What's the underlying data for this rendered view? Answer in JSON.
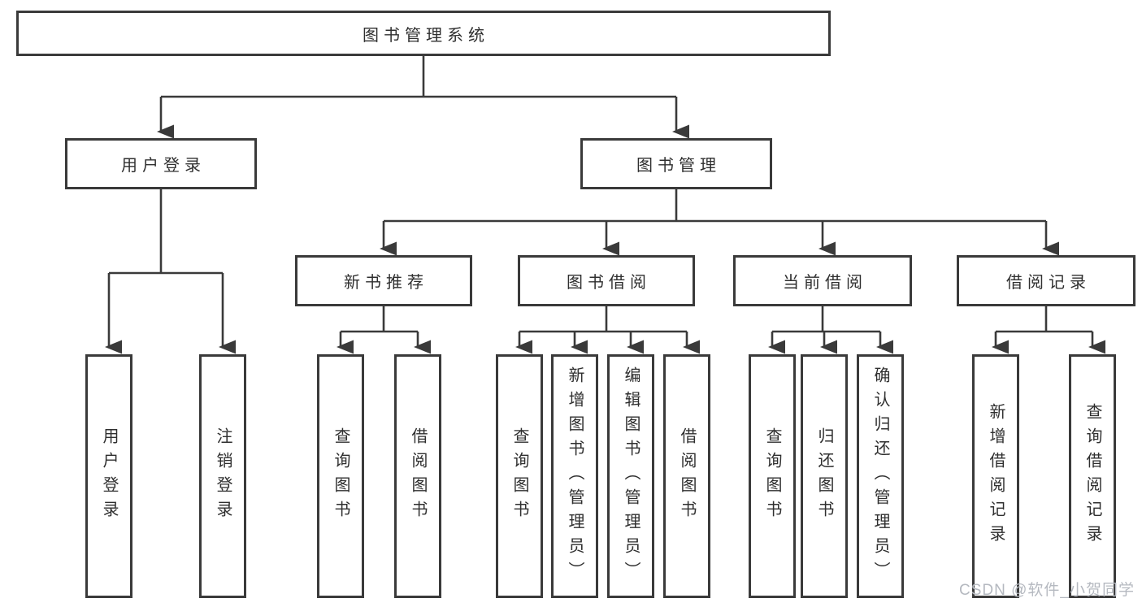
{
  "diagram": {
    "type": "hierarchy-tree",
    "nodes": {
      "root": {
        "label": "图书管理系统"
      },
      "level2": [
        {
          "label": "用户登录",
          "parent": "图书管理系统"
        },
        {
          "label": "图书管理",
          "parent": "图书管理系统"
        }
      ],
      "level3": [
        {
          "label": "新书推荐",
          "parent": "图书管理"
        },
        {
          "label": "图书借阅",
          "parent": "图书管理"
        },
        {
          "label": "当前借阅",
          "parent": "图书管理"
        },
        {
          "label": "借阅记录",
          "parent": "图书管理"
        }
      ],
      "level4": [
        {
          "label": "用户登录",
          "parent": "用户登录"
        },
        {
          "label": "注销登录",
          "parent": "用户登录"
        },
        {
          "label": "查询图书",
          "parent": "新书推荐"
        },
        {
          "label": "借阅图书",
          "parent": "新书推荐"
        },
        {
          "label": "查询图书",
          "parent": "图书借阅"
        },
        {
          "label": "新增图书（管理员）",
          "parent": "图书借阅"
        },
        {
          "label": "编辑图书（管理员）",
          "parent": "图书借阅"
        },
        {
          "label": "借阅图书",
          "parent": "图书借阅"
        },
        {
          "label": "查询图书",
          "parent": "当前借阅"
        },
        {
          "label": "归还图书",
          "parent": "当前借阅"
        },
        {
          "label": "确认归还（管理员）",
          "parent": "当前借阅"
        },
        {
          "label": "新增借阅记录",
          "parent": "借阅记录"
        },
        {
          "label": "查询借阅记录",
          "parent": "借阅记录"
        }
      ]
    }
  },
  "watermark": {
    "text": "CSDN @软件_小贺同学",
    "color": "#b5b9c0"
  },
  "colors": {
    "line": "#3a3a3a",
    "box_border": "#3a3a3a",
    "text": "#2f2f2f",
    "background": "#ffffff"
  }
}
